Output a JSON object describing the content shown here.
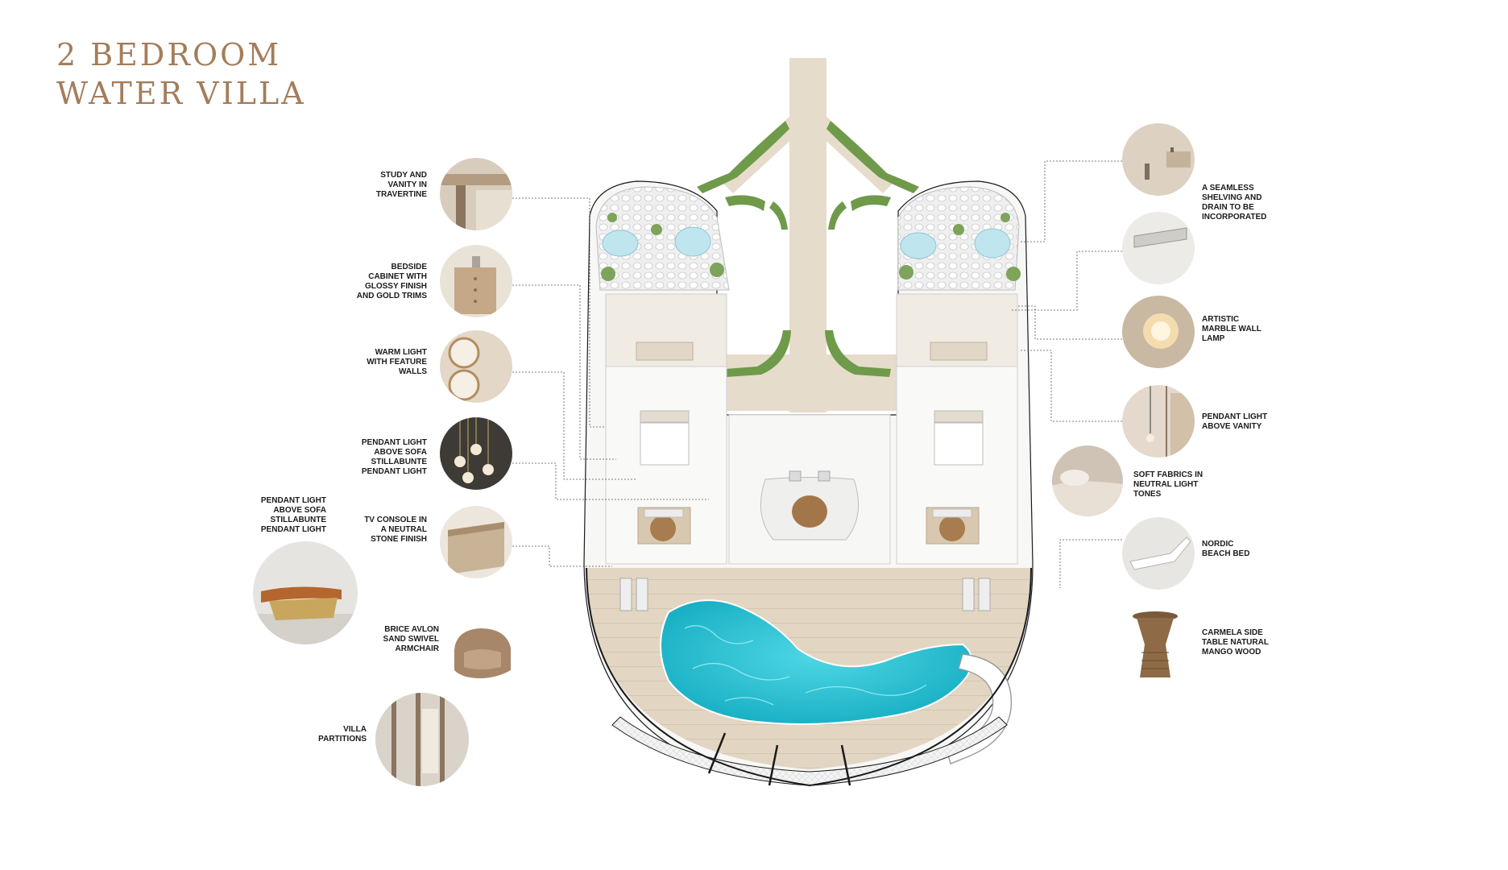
{
  "title": {
    "line1": "2 BEDROOM",
    "line2": "WATER VILLA"
  },
  "callouts_left": [
    {
      "id": "study",
      "label": "STUDY AND\nVANITY IN\nTRAVERTINE",
      "icon": "travertine-vanity-thumbnail"
    },
    {
      "id": "bedside",
      "label": "BEDSIDE\nCABINET WITH\nGLOSSY FINISH\nAND GOLD TRIMS",
      "icon": "bedside-cabinet-thumbnail"
    },
    {
      "id": "warm-light",
      "label": "WARM LIGHT\nWITH FEATURE\nWALLS",
      "icon": "round-mirror-thumbnail"
    },
    {
      "id": "pendant-sofa",
      "label": "PENDANT LIGHT\nABOVE SOFA\nSTILLABUNTE\nPENDANT LIGHT",
      "icon": "pendant-cluster-thumbnail"
    },
    {
      "id": "tv-console",
      "label": "TV CONSOLE IN\nA NEUTRAL\nSTONE FINISH",
      "icon": "stone-console-thumbnail"
    },
    {
      "id": "pendant-sofa-2",
      "label": "PENDANT LIGHT\nABOVE SOFA\nSTILLABUNTE\nPENDANT LIGHT",
      "icon": "bench-thumbnail"
    },
    {
      "id": "armchair",
      "label": "BRICE AVLON\nSAND SWIVEL\nARMCHAIR",
      "icon": "armchair-thumbnail"
    },
    {
      "id": "partitions",
      "label": "VILLA\nPARTITIONS",
      "icon": "partition-thumbnail"
    }
  ],
  "callouts_right": [
    {
      "id": "shelving",
      "label": "A SEAMLESS\nSHELVING AND\nDRAIN TO BE\nINCORPORATED",
      "icon": "shower-niche-thumbnail"
    },
    {
      "id": "drain",
      "label": "",
      "icon": "linear-drain-thumbnail"
    },
    {
      "id": "marble-lamp",
      "label": "ARTISTIC\nMARBLE WALL\nLAMP",
      "icon": "marble-lamp-thumbnail"
    },
    {
      "id": "pendant-vanity",
      "label": "PENDANT LIGHT\nABOVE VANITY",
      "icon": "pendant-vanity-thumbnail"
    },
    {
      "id": "fabrics",
      "label": "SOFT FABRICS IN\nNEUTRAL LIGHT\nTONES",
      "icon": "bedding-thumbnail"
    },
    {
      "id": "beach-bed",
      "label": "NORDIC\nBEACH BED",
      "icon": "beach-bed-thumbnail"
    },
    {
      "id": "side-table",
      "label": "CARMELA SIDE\nTABLE NATURAL\nMANGO WOOD",
      "icon": "side-table-thumbnail"
    }
  ],
  "colors": {
    "title": "#a47d5b",
    "pool": "#2ec4d6",
    "deck": "#ddd0bd",
    "greenery": "#6f9a4a",
    "outline": "#1a1a1a"
  }
}
